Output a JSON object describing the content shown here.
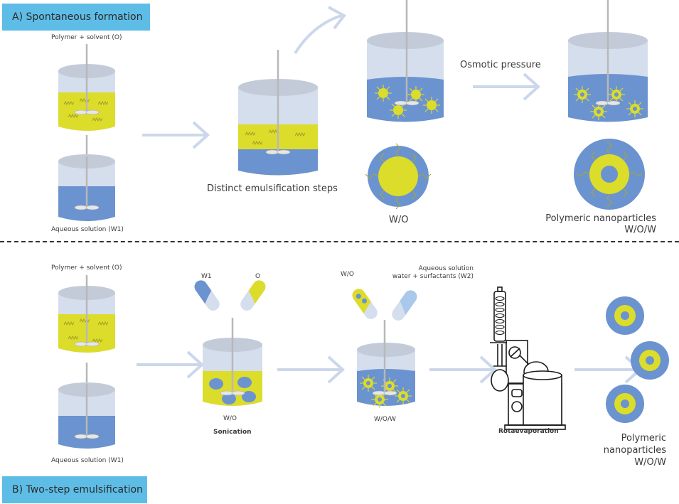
{
  "sections": {
    "a": {
      "title": "A) Spontaneous formation"
    },
    "b": {
      "title": "B) Two-step emulsification"
    }
  },
  "labels_a": {
    "polymer_solvent": "Polymer + solvent (O)",
    "aqueous_w1": "Aqueous solution (W1)",
    "distinct_steps": "Distinct emulsification steps",
    "w_o": "W/O",
    "osmotic": "Osmotic pressure",
    "nanoparticles": "Polymeric nanoparticles",
    "wow": "W/O/W"
  },
  "labels_b": {
    "polymer_solvent": "Polymer + solvent (O)",
    "aqueous_w1": "Aqueous solution (W1)",
    "tube_w1": "W1",
    "tube_o": "O",
    "w_o": "W/O",
    "sonication": "Sonication",
    "tube_wo": "W/O",
    "aqueous_w2_line1": "Aqueous solution",
    "aqueous_w2_line2": "water + surfactants (W2)",
    "wow": "W/O/W",
    "rotaevaporation": "Rotaevaporation",
    "np_line1": "Polymeric",
    "np_line2": "nanoparticles",
    "np_line3": "W/O/W"
  },
  "colors": {
    "banner": "#5ebde6",
    "water": "#6b93cf",
    "oil": "#dcdc2a",
    "beaker": "#d5deed",
    "beaker_top": "#c3cbd9",
    "arrow": "#ccd7ec"
  }
}
